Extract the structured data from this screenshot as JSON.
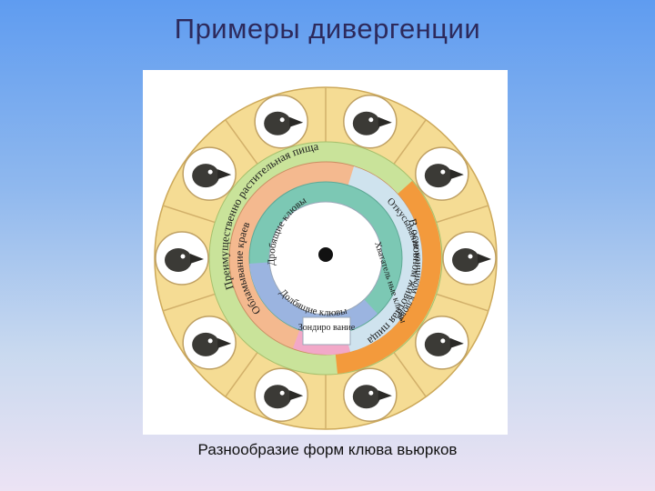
{
  "slide": {
    "title": "Примеры дивергенции",
    "caption": "Разнообразие форм клюва вьюрков"
  },
  "diagram": {
    "outer_ring": [
      {
        "label": "Преимущественно растительная пища",
        "color": "#c9e39a"
      },
      {
        "label": "В основном животная пища",
        "color": "#f39a3c"
      }
    ],
    "middle_ring": [
      {
        "label": "Обламывание краев",
        "color": "#f4b98f"
      },
      {
        "label": "Откусывание кончиком клюва",
        "color": "#cfe3ee"
      },
      {
        "label": "Зондиро вание",
        "color": "#f2a8c8"
      }
    ],
    "inner_ring": [
      {
        "label": "Дробящие клювы",
        "color": "#7cc8b4"
      },
      {
        "label": "Хвататель ные клювы",
        "color": "#7cc8b4"
      },
      {
        "label": "Долбящие клювы",
        "color": "#9bb4e0"
      }
    ],
    "finch_heads_count": 10,
    "colors": {
      "wheel_background": "#f5dc94",
      "head_circle_fill": "#ffffff",
      "center_fill": "#ffffff"
    }
  }
}
